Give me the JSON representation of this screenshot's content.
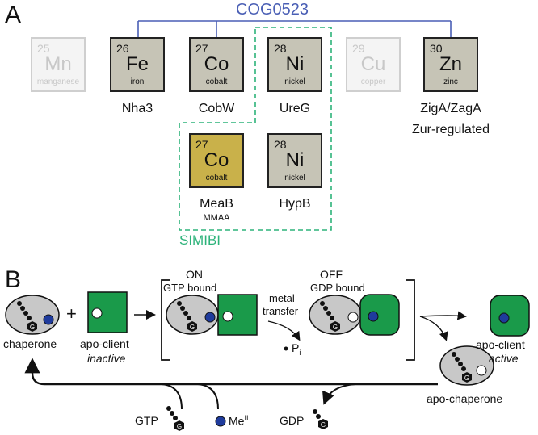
{
  "panel_a": {
    "letter": "A",
    "cog_label": "COG0523",
    "simibi_label": "SIMIBI",
    "elements": [
      {
        "number": "25",
        "symbol": "Mn",
        "name": "manganese",
        "faded": true
      },
      {
        "number": "26",
        "symbol": "Fe",
        "name": "iron",
        "faded": false
      },
      {
        "number": "27",
        "symbol": "Co",
        "name": "cobalt",
        "faded": false
      },
      {
        "number": "28",
        "symbol": "Ni",
        "name": "nickel",
        "faded": false
      },
      {
        "number": "29",
        "symbol": "Cu",
        "name": "copper",
        "faded": true
      },
      {
        "number": "30",
        "symbol": "Zn",
        "name": "zinc",
        "faded": false
      },
      {
        "number": "27",
        "symbol": "Co",
        "name": "cobalt",
        "faded": false
      },
      {
        "number": "28",
        "symbol": "Ni",
        "name": "nickel",
        "faded": false
      }
    ],
    "protein_labels": {
      "nha3": "Nha3",
      "cobw": "CobW",
      "ureg": "UreG",
      "ziga": "ZigA/ZagA",
      "zur": "Zur-regulated",
      "meab": "MeaB",
      "mmaa": "MMAA",
      "hypb": "HypB"
    },
    "colors": {
      "cog_blue": "#4a5fb5",
      "simibi_green": "#2db37a",
      "tile_gray": "#c6c4b6",
      "tile_gold": "#c9b14a"
    }
  },
  "panel_b": {
    "letter": "B",
    "labels": {
      "chaperone": "chaperone",
      "plus": "+",
      "apo_client": "apo-client",
      "inactive": "inactive",
      "on": "ON",
      "gtp_bound": "GTP bound",
      "off": "OFF",
      "gdp_bound": "GDP bound",
      "metal": "metal",
      "transfer": "transfer",
      "pi": "P",
      "pi_sub": "i",
      "apo_client_2": "apo-client",
      "active": "active",
      "apo_chaperone": "apo-chaperone",
      "gtp": "GTP",
      "me": "Me",
      "me_sup": "II",
      "gdp": "GDP",
      "g": "G"
    },
    "colors": {
      "green": "#1a9a4a",
      "gray": "#c8c8c8",
      "blue": "#1f3b9c"
    }
  }
}
